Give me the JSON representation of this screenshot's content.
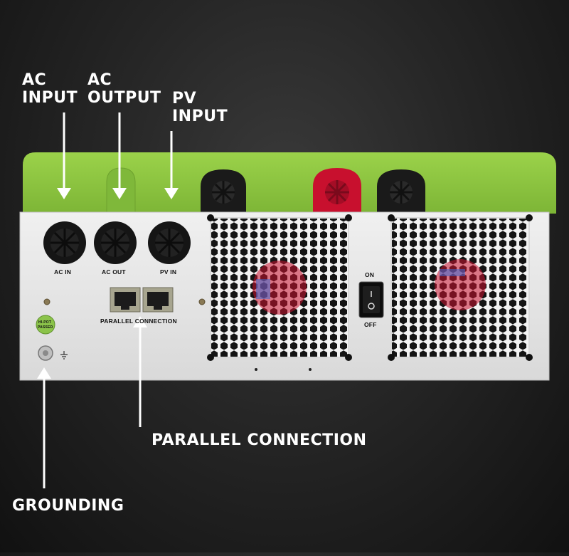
{
  "callouts": {
    "ac_input": "AC\nINPUT",
    "ac_output": "AC\nOUTPUT",
    "pv_input": "PV\nINPUT",
    "parallel_connection": "PARALLEL CONNECTION",
    "grounding": "GROUNDING"
  },
  "panel": {
    "ac_in": "AC IN",
    "ac_out": "AC OUT",
    "pv_in": "PV IN",
    "parallel_connection": "PARALLEL CONNECTION",
    "switch_on": "ON",
    "switch_off": "OFF",
    "hipot_line1": "HI-POT",
    "hipot_line2": "PASSED"
  },
  "colors": {
    "housing_green": "#8cc63f",
    "panel_white": "#e6e6e6",
    "terminal_red": "#c8102e",
    "callout_text": "#ffffff"
  }
}
